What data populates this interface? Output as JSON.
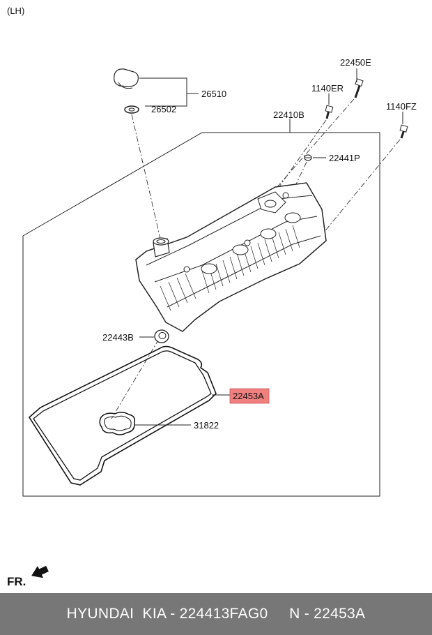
{
  "view_label": "(LH)",
  "front_label": "FR.",
  "callouts": {
    "p22450E": "22450E",
    "p1140ER": "1140ER",
    "p1140FZ": "1140FZ",
    "p26510": "26510",
    "p26502": "26502",
    "p22410B": "22410B",
    "p22441P": "22441P",
    "p22443B": "22443B",
    "p22453A": "22453A",
    "p31822": "31822"
  },
  "highlight": {
    "part": "22453A",
    "color": "#f08080"
  },
  "footer": {
    "brand": "HYUNDAI  KIA",
    "oem_number": "224413FAG0",
    "target_number": "22453A",
    "text": "HYUNDAI  KIA - 224413FAG0     N - 22453A",
    "background": "#777777"
  }
}
